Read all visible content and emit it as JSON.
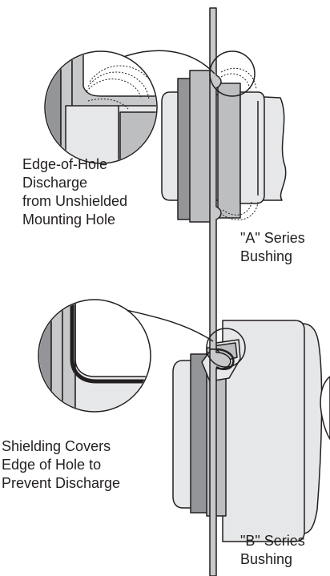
{
  "colors": {
    "outline": "#231f20",
    "fill_light": "#e6e7e8",
    "fill_mid": "#bcbec0",
    "fill_dark": "#939598",
    "plate": "#c7c8ca"
  },
  "labels": {
    "edge_discharge": [
      "Edge-of-Hole",
      "Discharge",
      "from Unshielded",
      "Mounting Hole"
    ],
    "a_series": [
      "\"A\" Series",
      "Bushing"
    ],
    "shielding": [
      "Shielding Covers",
      "Edge of Hole to",
      "Prevent Discharge"
    ],
    "b_series": [
      "\"B\" Series",
      "Bushing"
    ]
  }
}
